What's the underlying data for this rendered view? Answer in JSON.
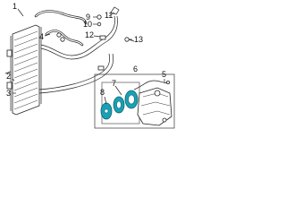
{
  "callouts": {
    "c1": "1",
    "c2": "2",
    "c3": "3",
    "c4": "4",
    "c5": "5",
    "c6": "6",
    "c7": "7",
    "c8": "8",
    "c9": "9",
    "c10": "10",
    "c11": "11",
    "c12": "12",
    "c13": "13"
  },
  "colors": {
    "line": "#222222",
    "highlight_fill": "#1aa0b4",
    "highlight_stroke": "#0c6470",
    "box": "#333333",
    "background": "#ffffff"
  },
  "icons": {
    "condenser": "condenser-icon",
    "compressor": "compressor-icon",
    "clutch": "clutch-assembly-icon",
    "hoses": "refrigerant-hose-icon"
  }
}
